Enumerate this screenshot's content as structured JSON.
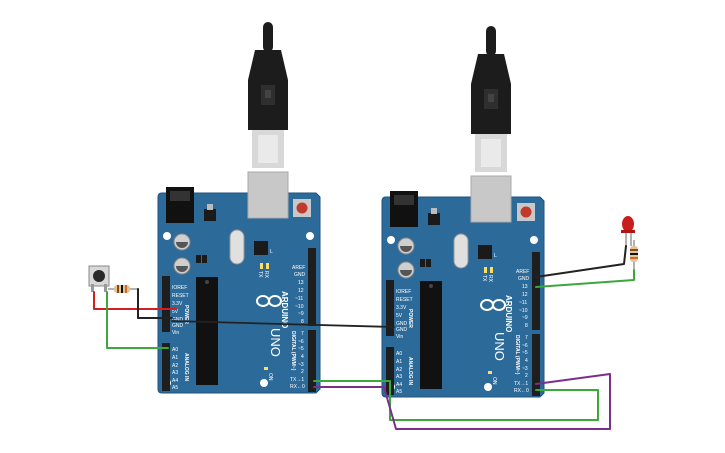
{
  "circuit": {
    "components": {
      "board_left": {
        "brand": "ARDUINO",
        "model": "UNO",
        "power_label": "POWER",
        "analog_label": "ANALOG IN",
        "digital_label": "DIGITAL (PWM~)",
        "on_label": "ON",
        "tx_led": "TX",
        "rx_led": "RX",
        "l_led": "L",
        "power_pins": [
          "IOREF",
          "RESET",
          "3.3V",
          "5V",
          "GND",
          "GND",
          "Vin"
        ],
        "analog_pins": [
          "A0",
          "A1",
          "A2",
          "A3",
          "A4",
          "A5"
        ],
        "digital_top_pins": [
          "AREF",
          "GND",
          "13",
          "12",
          "~11",
          "~10",
          "~9",
          "8"
        ],
        "digital_bottom_pins": [
          "7",
          "~6",
          "~5",
          "4",
          "~3",
          "2",
          "TX→1",
          "RX←0"
        ]
      },
      "board_right": {
        "brand": "ARDUINO",
        "model": "UNO",
        "power_label": "POWER",
        "analog_label": "ANALOG IN",
        "digital_label": "DIGITAL (PWM~)",
        "on_label": "ON",
        "tx_led": "TX",
        "rx_led": "RX",
        "l_led": "L",
        "power_pins": [
          "IOREF",
          "RESET",
          "3.3V",
          "5V",
          "GND",
          "GND",
          "Vin"
        ],
        "analog_pins": [
          "A0",
          "A1",
          "A2",
          "A3",
          "A4",
          "A5"
        ],
        "digital_top_pins": [
          "AREF",
          "GND",
          "13",
          "12",
          "~11",
          "~10",
          "~9",
          "8"
        ],
        "digital_bottom_pins": [
          "7",
          "~6",
          "~5",
          "4",
          "~3",
          "2",
          "TX→1",
          "RX←0"
        ]
      }
    },
    "colors": {
      "board": "#2c6a9a",
      "board_edge": "#1f5280",
      "header": "#1e1e1e",
      "wire_green": "#3aa83a",
      "wire_red": "#d22020",
      "wire_black": "#222222",
      "wire_purple": "#7b2f8a",
      "led_red": "#c81e1e",
      "usb_cable": "#1c1c1c",
      "usb_metal": "#d8d8d8"
    },
    "icons": [
      "infinity-logo-icon",
      "usb-cable-icon",
      "pushbutton-icon",
      "resistor-icon",
      "led-icon"
    ]
  }
}
